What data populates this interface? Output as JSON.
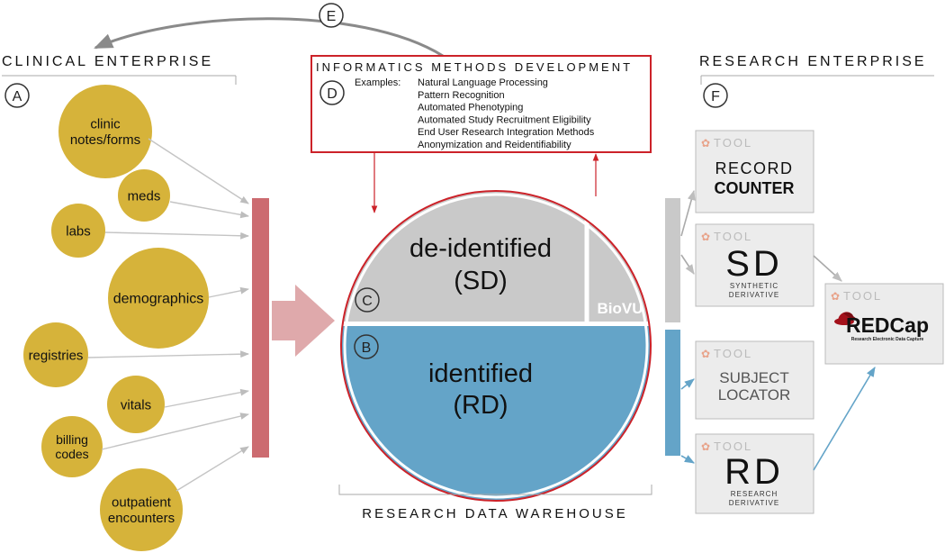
{
  "labels": {
    "clinical": "CLINICAL ENTERPRISE",
    "research": "RESEARCH ENTERPRISE",
    "warehouse": "RESEARCH DATA WAREHOUSE"
  },
  "markers": {
    "a": "A",
    "b": "B",
    "c": "C",
    "d": "D",
    "e": "E",
    "f": "F"
  },
  "sources": [
    {
      "lines": [
        "clinic",
        "notes/forms"
      ]
    },
    {
      "lines": [
        "meds"
      ]
    },
    {
      "lines": [
        "labs"
      ]
    },
    {
      "lines": [
        "demographics"
      ]
    },
    {
      "lines": [
        "registries"
      ]
    },
    {
      "lines": [
        "vitals"
      ]
    },
    {
      "lines": [
        "billing",
        "codes"
      ]
    },
    {
      "lines": [
        "outpatient",
        "encounters"
      ]
    }
  ],
  "informatics": {
    "title": "INFORMATICS METHODS DEVELOPMENT",
    "examples_label": "Examples:",
    "examples": [
      "Natural Language Processing",
      "Pattern Recognition",
      "Automated Phenotyping",
      "Automated Study Recruitment Eligibility",
      "End User Research Integration Methods",
      "Anonymization and Reidentifiability"
    ]
  },
  "warehouse": {
    "deidentified": "de-identified",
    "sd": "(SD)",
    "biovu": "BioVU",
    "identified": "identified",
    "rd": "(RD)"
  },
  "tools": {
    "tag": "TOOL",
    "record_counter": [
      "RECORD",
      "COUNTER"
    ],
    "sd": {
      "big": "SD",
      "small": [
        "SYNTHETIC",
        "DERIVATIVE"
      ]
    },
    "subject_locator": [
      "SUBJECT",
      "LOCATOR"
    ],
    "rd": {
      "big": "RD",
      "small": [
        "RESEARCH",
        "DERIVATIVE"
      ]
    },
    "redcap": {
      "name": "REDCap",
      "sub": "Research Electronic Data Capture"
    }
  },
  "colors": {
    "gold": "#d6b33a",
    "red_bar": "#cc6b70",
    "pink_arrow": "#dfa9ab",
    "gray": "#c9c9c9",
    "blue": "#64a4c8",
    "red": "#cc2229",
    "tool_bg": "#ececec",
    "tool_tag": "#e8a38a"
  }
}
